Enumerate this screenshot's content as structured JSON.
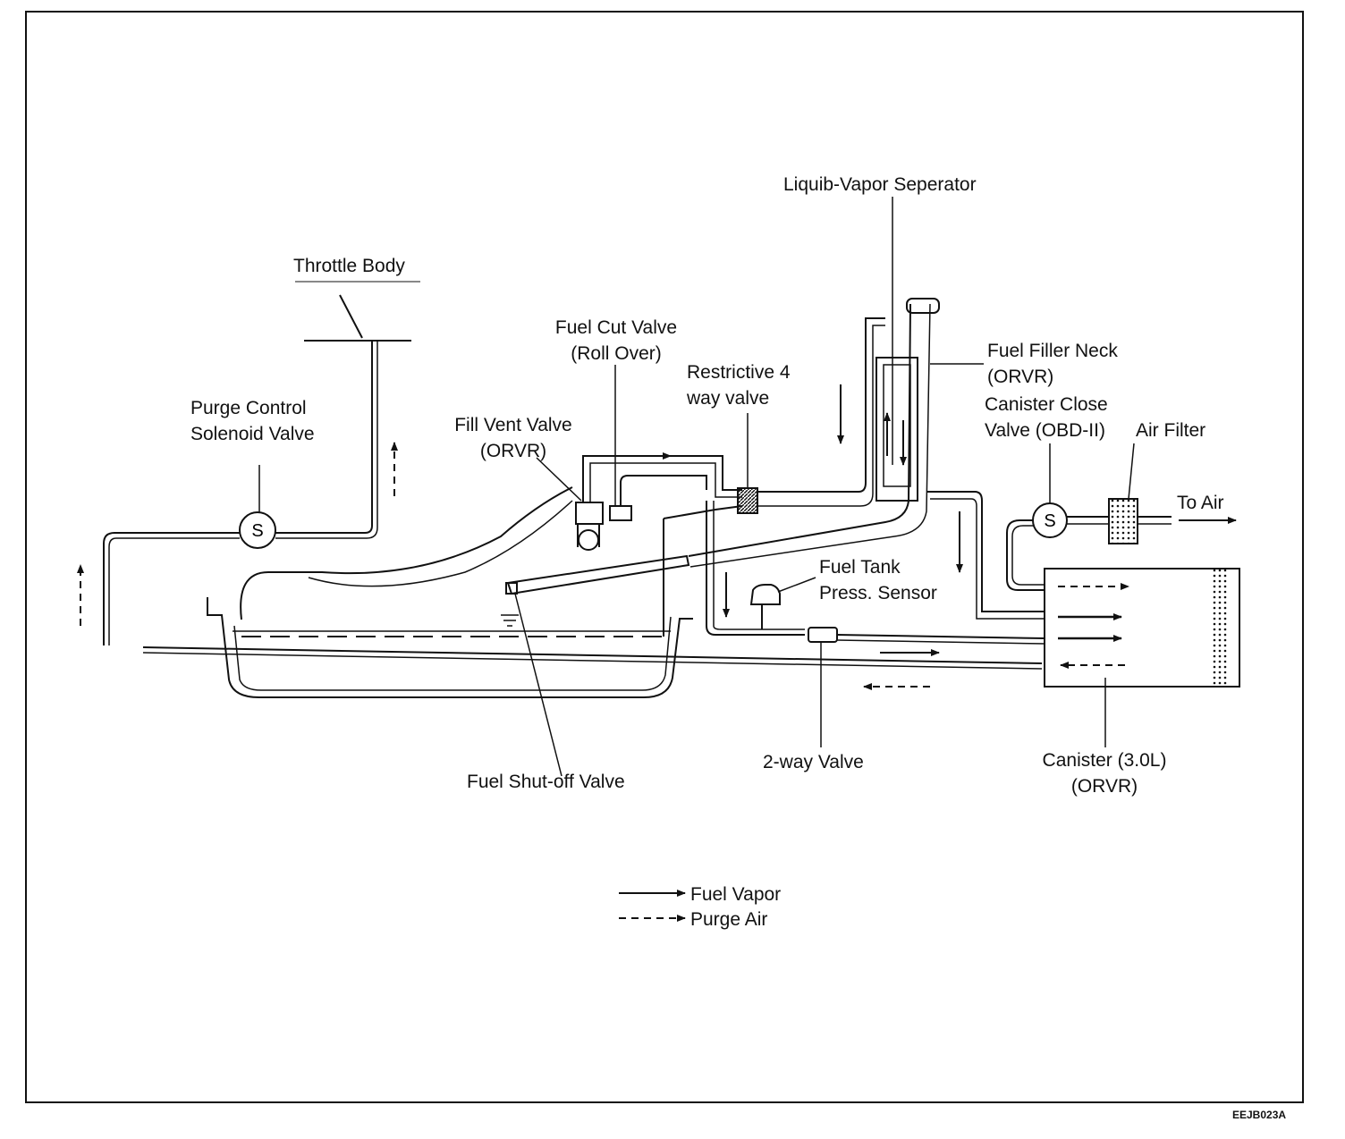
{
  "labels": {
    "throttle_body": "Throttle Body",
    "purge_solenoid": [
      "Purge Control",
      "Solenoid Valve"
    ],
    "fuel_cut_valve": [
      "Fuel Cut Valve",
      "(Roll Over)"
    ],
    "fill_vent_valve": [
      "Fill Vent Valve",
      "(ORVR)"
    ],
    "restrictive_valve": [
      "Restrictive 4",
      "way valve"
    ],
    "liquid_vapor_separator": "Liquib-Vapor Seperator",
    "fuel_filler_neck": [
      "Fuel Filler Neck",
      "(ORVR)"
    ],
    "canister_close_valve": [
      "Canister Close",
      "Valve (OBD-II)"
    ],
    "air_filter": "Air Filter",
    "to_air": "To Air",
    "fuel_tank_pressure_sensor": [
      "Fuel Tank",
      "Press. Sensor"
    ],
    "two_way_valve": "2-way Valve",
    "canister": [
      "Canister (3.0L)",
      "(ORVR)"
    ],
    "fuel_shutoff_valve": "Fuel Shut-off Valve",
    "solenoid_symbol": "S"
  },
  "legend": {
    "fuel_vapor": "Fuel Vapor",
    "purge_air": "Purge Air"
  },
  "figure_code": "EEJB023A"
}
